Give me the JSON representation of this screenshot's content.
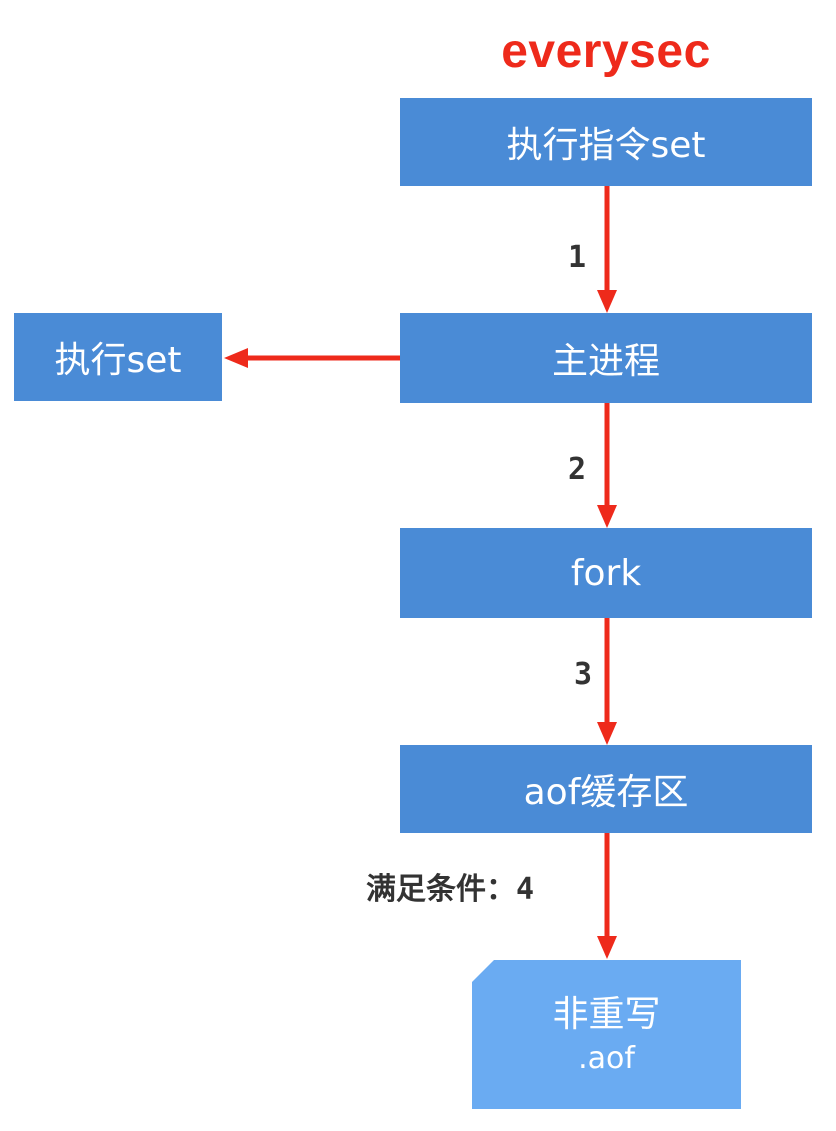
{
  "title": "everysec",
  "nodes": {
    "exec_command": "执行指令set",
    "main_process": "主进程",
    "exec_set": "执行set",
    "fork": "fork",
    "aof_buffer": "aof缓存区",
    "file_name": "非重写",
    "file_ext": ".aof"
  },
  "edges": {
    "step1": "1",
    "step2": "2",
    "step3": "3",
    "step4_condition": "满足条件：",
    "step4": "4"
  },
  "colors": {
    "title": "#ee2a1b",
    "box": "#4a8bd6",
    "file": "#6aabf2",
    "arrow": "#ee2a1b",
    "label": "#333333"
  }
}
